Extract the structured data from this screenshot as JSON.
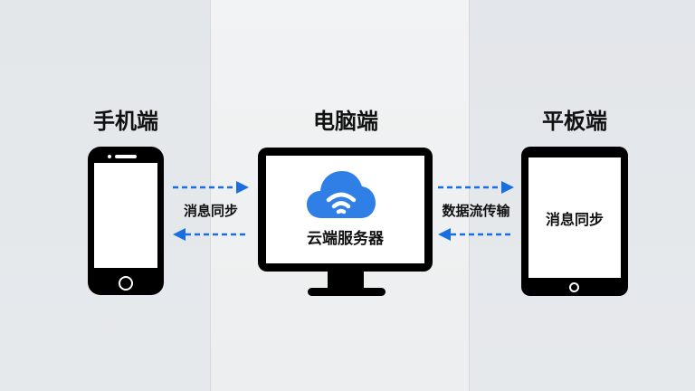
{
  "colors": {
    "accent": "#1a6fe0",
    "cloud": "#2f7fe6",
    "device": "#000000",
    "screen": "#ffffff",
    "text": "#111111"
  },
  "devices": {
    "phone": {
      "title": "手机端",
      "icon": "smartphone-icon"
    },
    "computer": {
      "title": "电脑端",
      "icon": "monitor-icon",
      "screen_label": "云端服务器",
      "screen_icon": "cloud-wifi-icon"
    },
    "tablet": {
      "title": "平板端",
      "icon": "tablet-icon",
      "screen_label": "消息同步"
    }
  },
  "links": {
    "phone_computer": {
      "label": "消息同步",
      "arrows": [
        "right",
        "left"
      ]
    },
    "computer_tablet": {
      "label": "数据流传输",
      "arrows": [
        "right",
        "left"
      ]
    }
  }
}
